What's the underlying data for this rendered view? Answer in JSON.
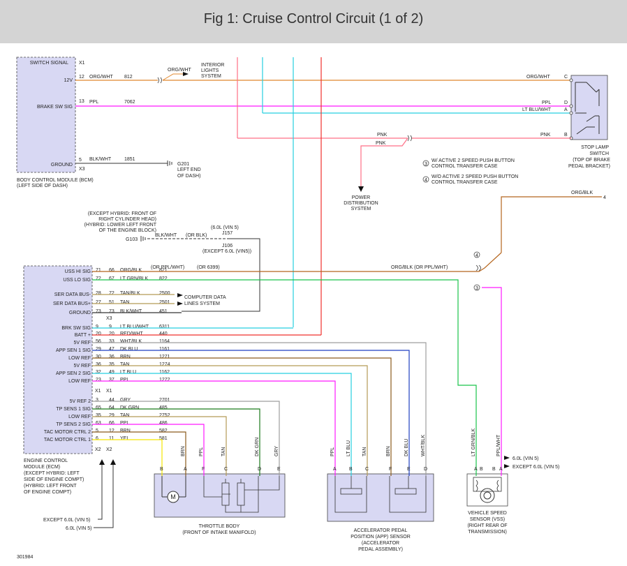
{
  "header": {
    "title": "Fig 1: Cruise Control Circuit (1 of 2)"
  },
  "footer": {
    "fig_number": "301984"
  },
  "colors": {
    "org": "#e0872e",
    "org_blk": "#b5651d",
    "ppl": "#ff19ff",
    "lt_blu": "#26cfe0",
    "pnk": "#ff6f86",
    "red": "#f0302c",
    "lt_grn": "#19c34a",
    "dk_blu": "#1f3fc0",
    "dk_grn": "#1b7a1b",
    "brn": "#8a5a1c",
    "tan": "#b39a56",
    "gry": "#9e9e9e",
    "yel": "#f5e600",
    "blk": "#333333",
    "module_fill": "#d8d8f3"
  },
  "bcm": {
    "pins": [
      "SWITCH SIGNAL",
      "12V",
      "BRAKE SW SIG",
      "GROUND"
    ],
    "pin_numbers": [
      "X1",
      "12",
      "13",
      "5",
      "X3"
    ],
    "wires": [
      {
        "color": "ORG/WHT",
        "circuit": "812"
      },
      {
        "color": "PPL",
        "circuit": "7062"
      },
      {
        "color": "BLK/WHT",
        "circuit": "1851"
      }
    ],
    "name": "BODY CONTROL MODULE (BCM)",
    "location": "(LEFT SIDE OF DASH)"
  },
  "interior_lights": {
    "wire": "ORG/WHT",
    "label": [
      "INTERIOR",
      "LIGHTS",
      "SYSTEM"
    ]
  },
  "g201": {
    "label": [
      "G201",
      "LEFT END",
      "OF DASH)"
    ]
  },
  "stop_lamp": {
    "wires": [
      "ORG/WHT",
      "PPL",
      "LT BLU/WHT",
      "PNK"
    ],
    "pins": [
      "C",
      "D",
      "A",
      "B"
    ],
    "label": [
      "STOP LAMP",
      "SWITCH",
      "(TOP OF BRAKE",
      "PEDAL BRACKET)"
    ]
  },
  "power_dist": {
    "wires": [
      "PNK",
      "PNK"
    ],
    "label": [
      "POWER",
      "DISTRIBUTION",
      "SYSTEM"
    ]
  },
  "notes": [
    {
      "num": "3",
      "text": [
        "W/ ACTIVE 2 SPEED PUSH BUTTON",
        "CONTROL TRANSFER CASE"
      ]
    },
    {
      "num": "4",
      "text": [
        "W/O ACTIVE 2 SPEED PUSH BUTTON",
        "CONTROL TRANSFER CASE"
      ]
    }
  ],
  "g103": {
    "label": "G103",
    "location": [
      "(EXCEPT HYBRID: FRONT OF",
      "RIGHT CYLINDER HEAD)",
      "(HYBRID: LOWER LEFT FRONT",
      "OF THE ENGINE BLOCK)"
    ],
    "wire": "BLK/WHT",
    "alt_wire": "(OR BLK)",
    "splice_notes": [
      "(6.0L (VIN 5)",
      "J157",
      "J106",
      "(EXCEPT 6.0L (VIN5))"
    ]
  },
  "org_blk_right": {
    "wire": "ORG/BLK",
    "ref": "4"
  },
  "ecm": {
    "pins": [
      "USS HI SIG",
      "USS LO SIG",
      "SER DATA BUS-",
      "SER DATA BUS+",
      "GROUND",
      "BRK SW SIG",
      "BATT +",
      "5V REF",
      "APP SEN 1 SIG",
      "LOW REF",
      "5V REF",
      "APP SEN 2 SIG",
      "LOW REF",
      "5V REF 2",
      "TP SENS 1 SIG",
      "LOW REF",
      "TP SENS 2 SIG",
      "TAC MOTOR CTRL 2",
      "TAC MOTOR CTRL 1"
    ],
    "connectors": [
      "X3",
      "X1",
      "X1",
      "X2",
      "X2"
    ],
    "rows": [
      {
        "a": "71",
        "b": "66",
        "color": "ORG/BLK",
        "circuit": "821",
        "alt": "(OR PPL/WHT)",
        "alt2": "(OR 6399)"
      },
      {
        "a": "72",
        "b": "67",
        "color": "LT GRN/BLK",
        "circuit": "822"
      },
      {
        "a": "28",
        "b": "72",
        "color": "TAN/BLK",
        "circuit": "2500"
      },
      {
        "a": "27",
        "b": "51",
        "color": "TAN",
        "circuit": "2501"
      },
      {
        "a": "73",
        "b": "73",
        "color": "BLK/WHT",
        "circuit": "451"
      },
      {
        "a": "9",
        "b": "9",
        "color": "LT BLU/WHT",
        "circuit": "6311"
      },
      {
        "a": "20",
        "b": "20",
        "color": "RED/WHT",
        "circuit": "440"
      },
      {
        "a": "56",
        "b": "33",
        "color": "WHT/BLK",
        "circuit": "1164"
      },
      {
        "a": "29",
        "b": "47",
        "color": "DK BLU",
        "circuit": "1161"
      },
      {
        "a": "30",
        "b": "36",
        "color": "BRN",
        "circuit": "1271"
      },
      {
        "a": "36",
        "b": "35",
        "color": "TAN",
        "circuit": "1274"
      },
      {
        "a": "32",
        "b": "49",
        "color": "LT BLU",
        "circuit": "1162"
      },
      {
        "a": "23",
        "b": "37",
        "color": "PPL",
        "circuit": "1272"
      },
      {
        "a": "3",
        "b": "44",
        "color": "GRY",
        "circuit": "2701"
      },
      {
        "a": "65",
        "b": "64",
        "color": "DK GRN",
        "circuit": "485"
      },
      {
        "a": "35",
        "b": "29",
        "color": "TAN",
        "circuit": "2752"
      },
      {
        "a": "63",
        "b": "66",
        "color": "PPL",
        "circuit": "486"
      },
      {
        "a": "5",
        "b": "12",
        "color": "BRN",
        "circuit": "582"
      },
      {
        "a": "6",
        "b": "11",
        "color": "YEL",
        "circuit": "581"
      }
    ],
    "ussh_right": "ORG/BLK   (OR PPL/WHT)",
    "computer_data": [
      "COMPUTER DATA",
      "LINES SYSTEM"
    ],
    "name": [
      "ENGINE CONTROL",
      "MODULE (ECM)",
      "(EXCEPT HYBRID: LEFT",
      "SIDE OF ENGINE COMPT)",
      "(HYBRID: LEFT FRONT",
      "OF ENGINE COMPT)"
    ],
    "vin_notes": [
      "EXCEPT 6.0L (VIN 5)",
      "6.0L (VIN 5)"
    ]
  },
  "throttle_body": {
    "pins": [
      "B",
      "A",
      "F",
      "C",
      "D",
      "E"
    ],
    "wires": [
      "BRN",
      "PPL",
      "TAN",
      "DK GRN",
      "GRY"
    ],
    "label": [
      "THROTTLE BODY",
      "(FRONT OF INTAKE MANIFOLD)"
    ],
    "motor": "M"
  },
  "app_sensor": {
    "pins": [
      "A",
      "B",
      "C",
      "F",
      "E",
      "D"
    ],
    "wires": [
      "PPL",
      "LT BLU",
      "TAN",
      "BRN",
      "DK BLU",
      "WHT/BLK"
    ],
    "label": [
      "ACCELERATOR PEDAL",
      "POSITION (APP) SENSOR",
      "(ACCELERATOR",
      "PEDAL ASSEMBLY)"
    ]
  },
  "vss": {
    "pins": [
      "A",
      "B",
      "B",
      "A"
    ],
    "wires": [
      "LT GRN/BLK",
      "PPL/WHT"
    ],
    "notes": [
      "6.0L (VIN 5)",
      "EXCEPT 6.0L (VIN 5)"
    ],
    "label": [
      "VEHICLE SPEED",
      "SENSOR (VSS)",
      "(RIGHT REAR OF",
      "TRANSMISSION)"
    ]
  }
}
